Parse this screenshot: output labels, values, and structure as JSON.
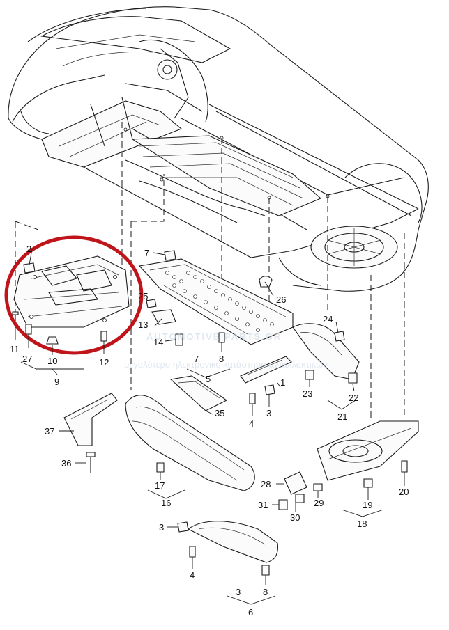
{
  "watermark": {
    "line1": "AUTOMOTIVE PARTS.GR",
    "line2": "μεγαλύτερο ηλεκτρονικό κατάστημα ανταλλακτικών"
  },
  "highlight_color": "#c0141b",
  "callouts": [
    {
      "id": "c2",
      "text": "2"
    },
    {
      "id": "c11",
      "text": "11"
    },
    {
      "id": "c27",
      "text": "27"
    },
    {
      "id": "c10",
      "text": "10"
    },
    {
      "id": "c12",
      "text": "12"
    },
    {
      "id": "c9",
      "text": "9"
    },
    {
      "id": "c7a",
      "text": "7"
    },
    {
      "id": "c25",
      "text": "25"
    },
    {
      "id": "c13",
      "text": "13"
    },
    {
      "id": "c14",
      "text": "14"
    },
    {
      "id": "c7b",
      "text": "7"
    },
    {
      "id": "c8a",
      "text": "8"
    },
    {
      "id": "c5",
      "text": "5"
    },
    {
      "id": "c26",
      "text": "26"
    },
    {
      "id": "c24",
      "text": "24"
    },
    {
      "id": "c1",
      "text": "1"
    },
    {
      "id": "c23",
      "text": "23"
    },
    {
      "id": "c22",
      "text": "22"
    },
    {
      "id": "c21",
      "text": "21"
    },
    {
      "id": "c3a",
      "text": "3"
    },
    {
      "id": "c4a",
      "text": "4"
    },
    {
      "id": "c37",
      "text": "37"
    },
    {
      "id": "c36",
      "text": "36"
    },
    {
      "id": "c35",
      "text": "35"
    },
    {
      "id": "c17",
      "text": "17"
    },
    {
      "id": "c16",
      "text": "16"
    },
    {
      "id": "c28",
      "text": "28"
    },
    {
      "id": "c31",
      "text": "31"
    },
    {
      "id": "c30",
      "text": "30"
    },
    {
      "id": "c29",
      "text": "29"
    },
    {
      "id": "c19",
      "text": "19"
    },
    {
      "id": "c18",
      "text": "18"
    },
    {
      "id": "c20",
      "text": "20"
    },
    {
      "id": "c3b",
      "text": "3"
    },
    {
      "id": "c4b",
      "text": "4"
    },
    {
      "id": "c3c",
      "text": "3"
    },
    {
      "id": "c8b",
      "text": "8"
    },
    {
      "id": "c6",
      "text": "6"
    }
  ]
}
